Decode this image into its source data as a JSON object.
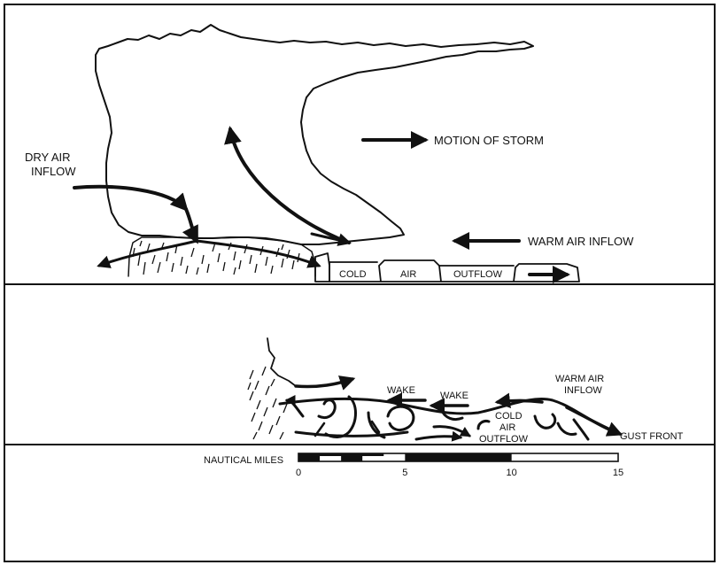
{
  "top_panel": {
    "labels": {
      "dry_air_line1": "DRY AIR",
      "dry_air_line2": "INFLOW",
      "motion_of_storm": "MOTION OF STORM",
      "warm_air_inflow": "WARM AIR INFLOW",
      "cold": "COLD",
      "air": "AIR",
      "outflow": "OUTFLOW"
    }
  },
  "middle_panel": {
    "labels": {
      "wake_1": "WAKE",
      "wake_2": "WAKE",
      "warm_air_line1": "WARM AIR",
      "warm_air_line2": "INFLOW",
      "cold_line1": "COLD",
      "cold_line2": "AIR",
      "cold_line3": "OUTFLOW",
      "gust_front": "GUST FRONT"
    }
  },
  "scale_bar": {
    "label": "NAUTICAL MILES",
    "ticks": [
      "0",
      "5",
      "10",
      "15"
    ],
    "max_value": 15,
    "segments_alternate_first_km": 4
  },
  "colors": {
    "ink": "#111111",
    "background": "#ffffff"
  }
}
